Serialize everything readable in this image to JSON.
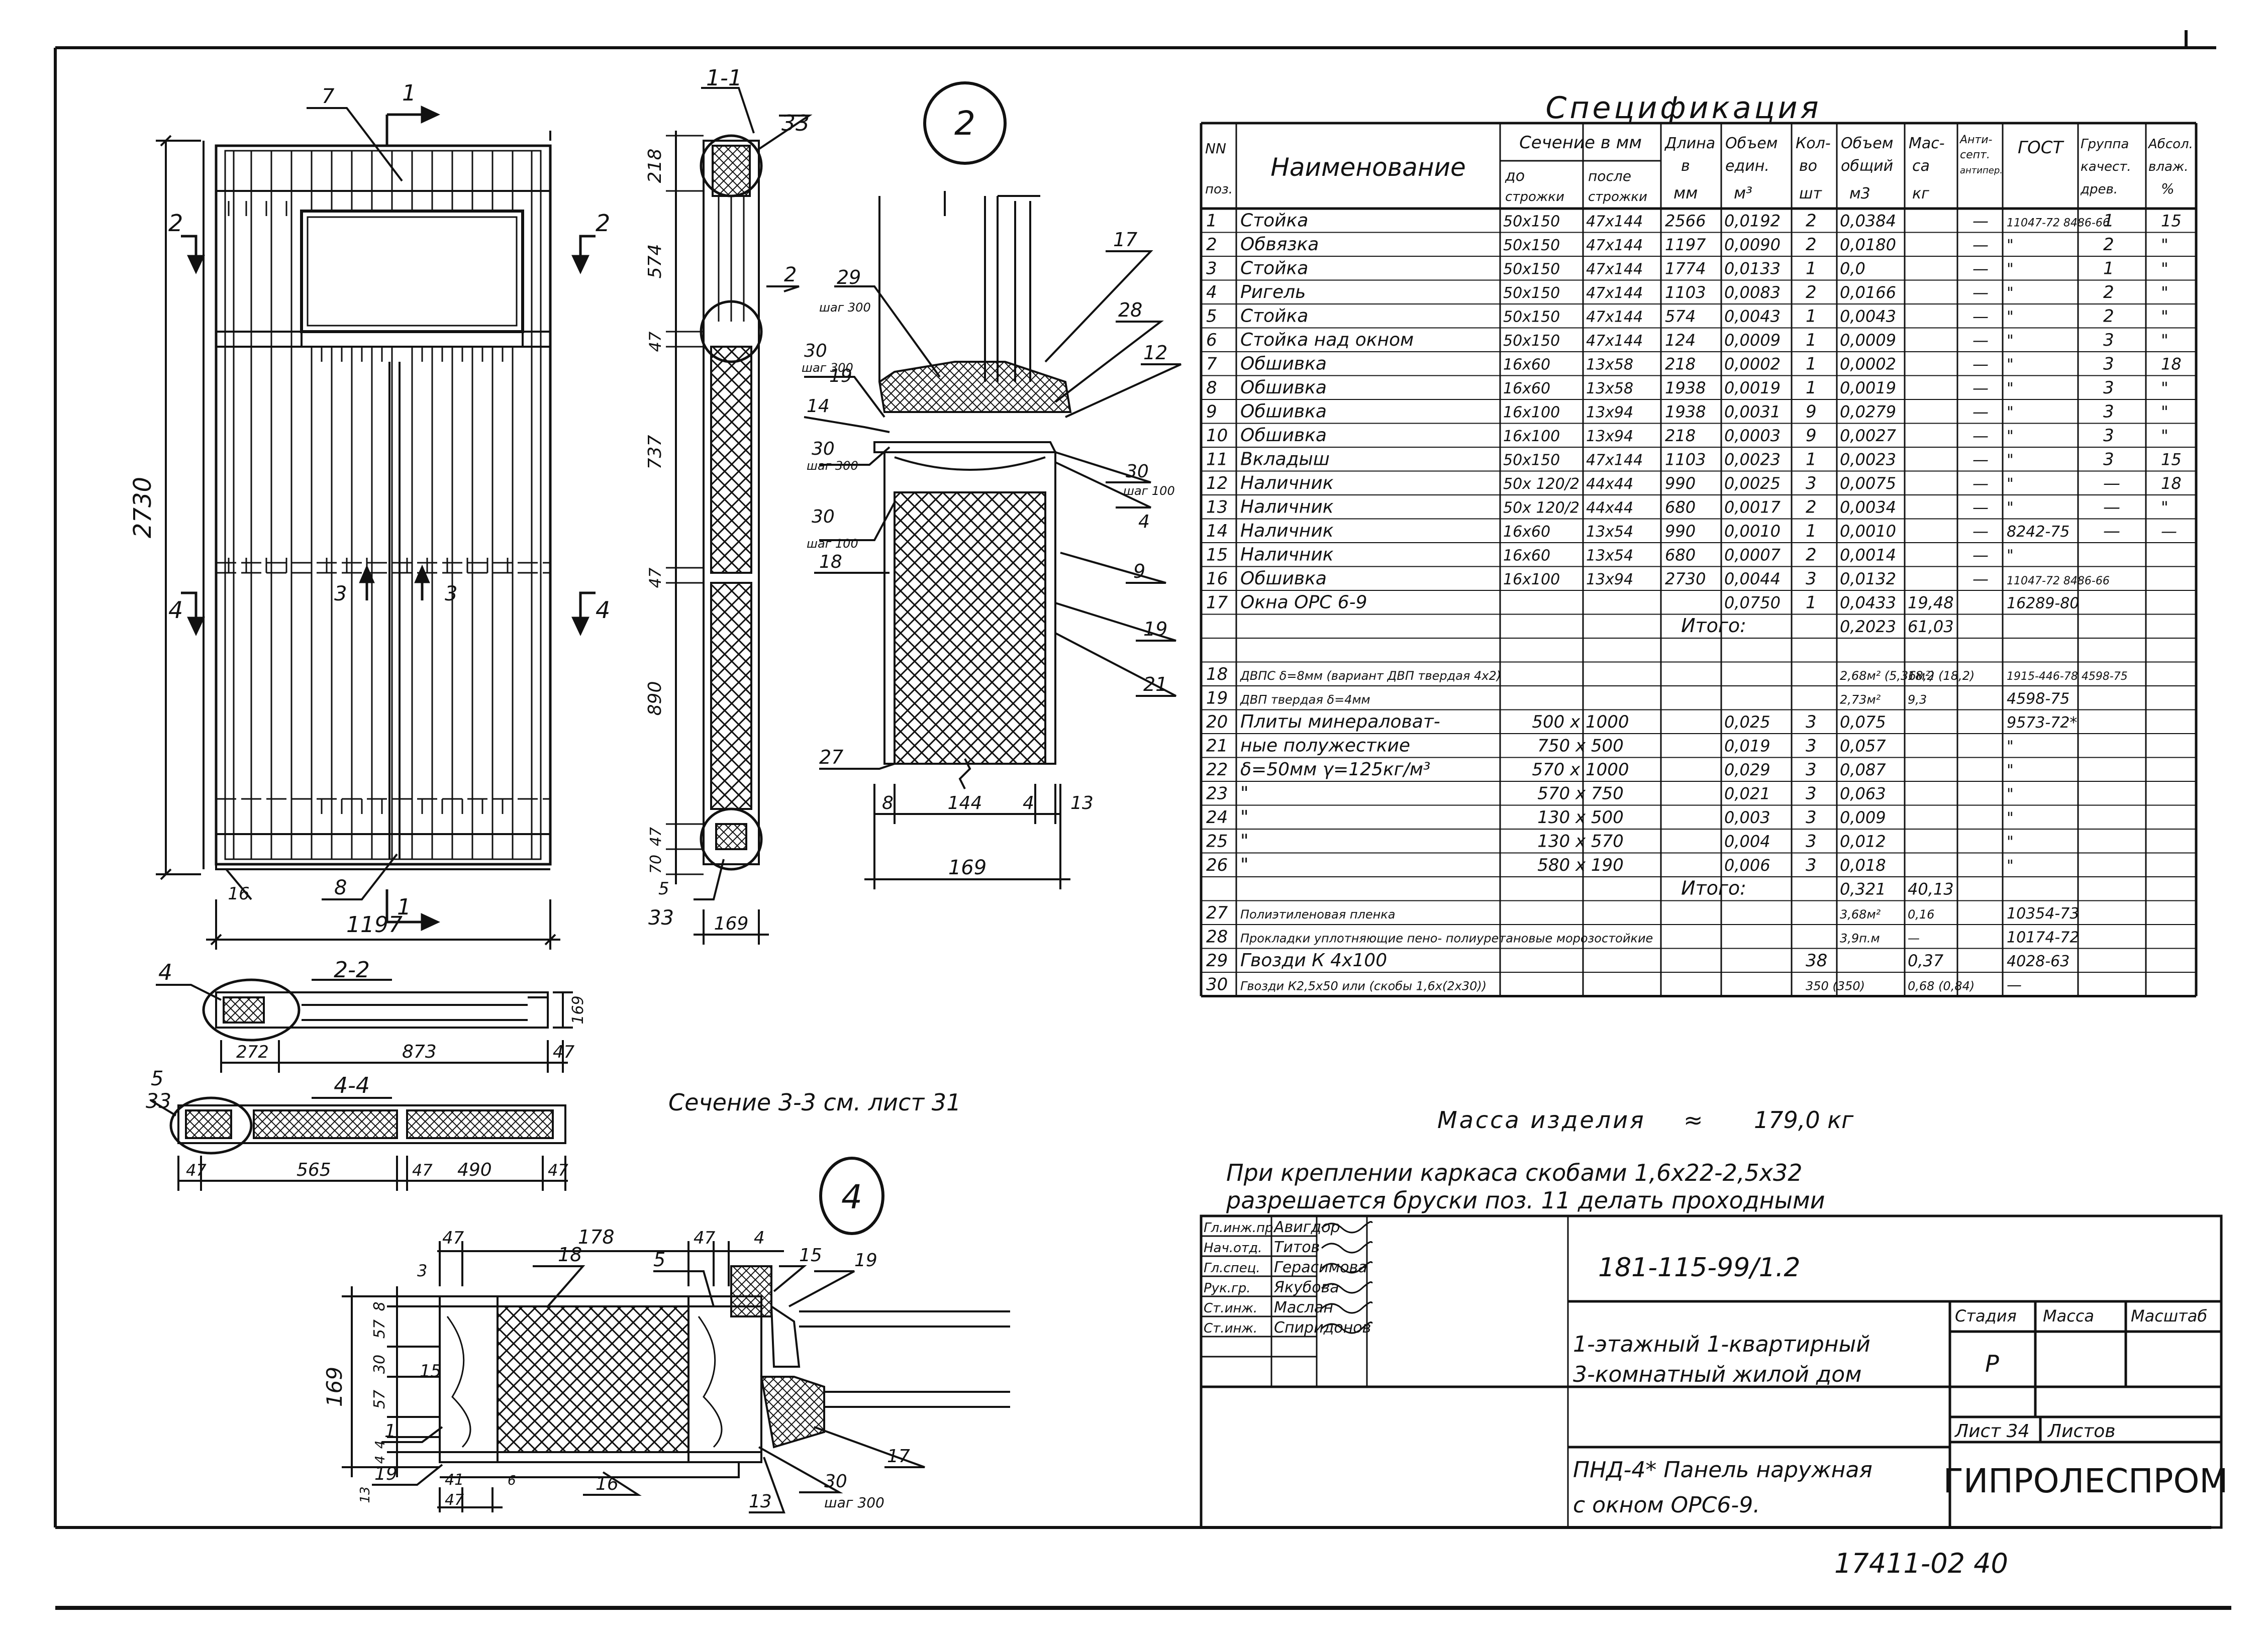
{
  "spec": {
    "title": "Спецификация",
    "headers": {
      "nn": "NN поз.",
      "name": "Наименование",
      "section": "Сечение в мм",
      "section_before": "до строжки",
      "section_after": "после строжки",
      "length": "Длина в мм",
      "volume_unit": "Объем един. м3",
      "qty": "Кол-во шт",
      "volume_total": "Объем общий м3",
      "mass": "Масса кг",
      "antiseptic": "Антисепт. антипер.",
      "gost": "ГОСТ",
      "wood_group": "Группа качест. древ.",
      "moisture": "Абсол. влаж. %"
    },
    "rows": [
      {
        "n": "1",
        "name": "Стойка",
        "before": "50х150",
        "after": "47х144",
        "len": "2566",
        "vu": "0,0192",
        "qty": "2",
        "vt": "0,0384",
        "mass": "",
        "ant": "—",
        "gost": "11047-72 8486-66",
        "grp": "1",
        "hum": "15"
      },
      {
        "n": "2",
        "name": "Обвязка",
        "before": "50х150",
        "after": "47х144",
        "len": "1197",
        "vu": "0,0090",
        "qty": "2",
        "vt": "0,0180",
        "mass": "",
        "ant": "—",
        "gost": "\"",
        "grp": "2",
        "hum": "\""
      },
      {
        "n": "3",
        "name": "Стойка",
        "before": "50х150",
        "after": "47х144",
        "len": "1774",
        "vu": "0,0133",
        "qty": "1",
        "vt": "0,0",
        "mass": "",
        "ant": "—",
        "gost": "\"",
        "grp": "1",
        "hum": "\""
      },
      {
        "n": "4",
        "name": "Ригель",
        "before": "50х150",
        "after": "47х144",
        "len": "1103",
        "vu": "0,0083",
        "qty": "2",
        "vt": "0,0166",
        "mass": "",
        "ant": "—",
        "gost": "\"",
        "grp": "2",
        "hum": "\""
      },
      {
        "n": "5",
        "name": "Стойка",
        "before": "50х150",
        "after": "47х144",
        "len": "574",
        "vu": "0,0043",
        "qty": "1",
        "vt": "0,0043",
        "mass": "",
        "ant": "—",
        "gost": "\"",
        "grp": "2",
        "hum": "\""
      },
      {
        "n": "6",
        "name": "Стойка над окном",
        "before": "50х150",
        "after": "47х144",
        "len": "124",
        "vu": "0,0009",
        "qty": "1",
        "vt": "0,0009",
        "mass": "",
        "ant": "—",
        "gost": "\"",
        "grp": "3",
        "hum": "\""
      },
      {
        "n": "7",
        "name": "Обшивка",
        "before": "16х60",
        "after": "13х58",
        "len": "218",
        "vu": "0,0002",
        "qty": "1",
        "vt": "0,0002",
        "mass": "",
        "ant": "—",
        "gost": "\"",
        "grp": "3",
        "hum": "18"
      },
      {
        "n": "8",
        "name": "Обшивка",
        "before": "16х60",
        "after": "13х58",
        "len": "1938",
        "vu": "0,0019",
        "qty": "1",
        "vt": "0,0019",
        "mass": "",
        "ant": "—",
        "gost": "\"",
        "grp": "3",
        "hum": "\""
      },
      {
        "n": "9",
        "name": "Обшивка",
        "before": "16х100",
        "after": "13х94",
        "len": "1938",
        "vu": "0,0031",
        "qty": "9",
        "vt": "0,0279",
        "mass": "",
        "ant": "—",
        "gost": "\"",
        "grp": "3",
        "hum": "\""
      },
      {
        "n": "10",
        "name": "Обшивка",
        "before": "16х100",
        "after": "13х94",
        "len": "218",
        "vu": "0,0003",
        "qty": "9",
        "vt": "0,0027",
        "mass": "",
        "ant": "—",
        "gost": "\"",
        "grp": "3",
        "hum": "\""
      },
      {
        "n": "11",
        "name": "Вкладыш",
        "before": "50х150",
        "after": "47х144",
        "len": "1103",
        "vu": "0,0023",
        "qty": "1",
        "vt": "0,0023",
        "mass": "",
        "ant": "—",
        "gost": "\"",
        "grp": "3",
        "hum": "15"
      },
      {
        "n": "12",
        "name": "Наличник",
        "before": "50х 120/2",
        "after": "44х44",
        "len": "990",
        "vu": "0,0025",
        "qty": "3",
        "vt": "0,0075",
        "mass": "",
        "ant": "—",
        "gost": "\"",
        "grp": "—",
        "hum": "18"
      },
      {
        "n": "13",
        "name": "Наличник",
        "before": "50х 120/2",
        "after": "44х44",
        "len": "680",
        "vu": "0,0017",
        "qty": "2",
        "vt": "0,0034",
        "mass": "",
        "ant": "—",
        "gost": "\"",
        "grp": "—",
        "hum": "\""
      },
      {
        "n": "14",
        "name": "Наличник",
        "before": "16х60",
        "after": "13х54",
        "len": "990",
        "vu": "0,0010",
        "qty": "1",
        "vt": "0,0010",
        "mass": "",
        "ant": "—",
        "gost": "8242-75",
        "grp": "—",
        "hum": "—"
      },
      {
        "n": "15",
        "name": "Наличник",
        "before": "16х60",
        "after": "13х54",
        "len": "680",
        "vu": "0,0007",
        "qty": "2",
        "vt": "0,0014",
        "mass": "",
        "ant": "—",
        "gost": "\"",
        "grp": "",
        "hum": ""
      },
      {
        "n": "16",
        "name": "Обшивка",
        "before": "16х100",
        "after": "13х94",
        "len": "2730",
        "vu": "0,0044",
        "qty": "3",
        "vt": "0,0132",
        "mass": "",
        "ant": "—",
        "gost": "11047-72 8486-66",
        "grp": "",
        "hum": ""
      },
      {
        "n": "17",
        "name": "Окна ОРС 6-9",
        "before": "",
        "after": "",
        "len": "",
        "vu": "0,0750",
        "qty": "1",
        "vt": "0,0433",
        "mass": "19,48",
        "ant": "",
        "gost": "16289-80",
        "grp": "",
        "hum": ""
      },
      {
        "n": "",
        "name": "Итого:",
        "before": "",
        "after": "",
        "len": "",
        "vu": "",
        "qty": "",
        "vt": "0,2023",
        "mass": "61,03",
        "ant": "",
        "gost": "",
        "grp": "",
        "hum": "",
        "total": true
      },
      {
        "n": "",
        "name": "",
        "before": "",
        "after": "",
        "len": "",
        "vu": "",
        "qty": "",
        "vt": "",
        "mass": "",
        "ant": "",
        "gost": "",
        "grp": "",
        "hum": "",
        "blank": true
      },
      {
        "n": "18",
        "name": "ДВПС δ=8мм (вариант ДВП твердая 4х2)",
        "before": "",
        "after": "",
        "len": "",
        "vu": "",
        "qty": "",
        "vt": "2,68м² (5,36м²)",
        "mass": "18,2 (18,2)",
        "ant": "",
        "gost": "1915-446-78 4598-75",
        "grp": "",
        "hum": "",
        "small": true
      },
      {
        "n": "19",
        "name": "ДВП твердая δ=4мм",
        "before": "",
        "after": "",
        "len": "",
        "vu": "",
        "qty": "",
        "vt": "2,73м²",
        "mass": "9,3",
        "ant": "",
        "gost": "4598-75",
        "grp": "",
        "hum": "",
        "small": true
      },
      {
        "n": "20",
        "name": "Плиты минераловат-",
        "size": "500 х 1000",
        "vu": "0,025",
        "qty": "3",
        "vt": "0,075",
        "mass": "",
        "ant": "",
        "gost": "9573-72*",
        "grp": "",
        "hum": ""
      },
      {
        "n": "21",
        "name": "ные полужесткие",
        "size": "750 х 500",
        "vu": "0,019",
        "qty": "3",
        "vt": "0,057",
        "mass": "",
        "ant": "",
        "gost": "\"",
        "grp": "",
        "hum": ""
      },
      {
        "n": "22",
        "name": "δ=50мм γ=125кг/м³",
        "size": "570 х 1000",
        "vu": "0,029",
        "qty": "3",
        "vt": "0,087",
        "mass": "",
        "ant": "",
        "gost": "\"",
        "grp": "",
        "hum": ""
      },
      {
        "n": "23",
        "name": "\"",
        "size": "570 х 750",
        "vu": "0,021",
        "qty": "3",
        "vt": "0,063",
        "mass": "",
        "ant": "",
        "gost": "\"",
        "grp": "",
        "hum": ""
      },
      {
        "n": "24",
        "name": "\"",
        "size": "130 х 500",
        "vu": "0,003",
        "qty": "3",
        "vt": "0,009",
        "mass": "",
        "ant": "",
        "gost": "\"",
        "grp": "",
        "hum": ""
      },
      {
        "n": "25",
        "name": "\"",
        "size": "130 х 570",
        "vu": "0,004",
        "qty": "3",
        "vt": "0,012",
        "mass": "",
        "ant": "",
        "gost": "\"",
        "grp": "",
        "hum": ""
      },
      {
        "n": "26",
        "name": "\"",
        "size": "580 х 190",
        "vu": "0,006",
        "qty": "3",
        "vt": "0,018",
        "mass": "",
        "ant": "",
        "gost": "\"",
        "grp": "",
        "hum": ""
      },
      {
        "n": "",
        "name": "Итого:",
        "before": "",
        "after": "",
        "len": "",
        "vu": "",
        "qty": "",
        "vt": "0,321",
        "mass": "40,13",
        "ant": "",
        "gost": "",
        "grp": "",
        "hum": "",
        "total": true
      },
      {
        "n": "27",
        "name": "Полиэтиленовая пленка",
        "before": "",
        "after": "",
        "len": "",
        "vu": "",
        "qty": "",
        "vt": "3,68м²",
        "mass": "0,16",
        "ant": "",
        "gost": "10354-73",
        "grp": "",
        "hum": "",
        "small": true
      },
      {
        "n": "28",
        "name": "Прокладки уплотняющие пено- полиуретановые морозостойкие",
        "before": "",
        "after": "",
        "len": "",
        "vu": "",
        "qty": "",
        "vt": "3,9п.м",
        "mass": "—",
        "ant": "",
        "gost": "10174-72",
        "grp": "",
        "hum": "",
        "small": true
      },
      {
        "n": "29",
        "name": "Гвозди К 4х100",
        "before": "",
        "after": "",
        "len": "",
        "vu": "",
        "qty": "38",
        "vt": "",
        "mass": "0,37",
        "ant": "",
        "gost": "4028-63",
        "grp": "",
        "hum": ""
      },
      {
        "n": "30",
        "name": "Гвозди К2,5х50 или (скобы 1,6х(2х30))",
        "before": "",
        "after": "",
        "len": "",
        "vu": "",
        "qty": "350 (350)",
        "vt": "",
        "mass": "0,68 (0,84)",
        "ant": "",
        "gost": "—",
        "grp": "",
        "hum": "",
        "small": true
      }
    ],
    "mass_label": "Масса изделия",
    "mass_approx": "≈",
    "mass_value": "179,0 кг"
  },
  "note": {
    "line1": "При креплении каркаса скобами 1,6х22-2,5х32",
    "line2": "разрешается бруски поз. 11 делать проходными"
  },
  "section_note": "Сечение 3-3 см. лист 31",
  "title_block": {
    "people": [
      {
        "role": "Гл.инж.пр.",
        "name": "Авигдор"
      },
      {
        "role": "Нач.отд.",
        "name": "Титов"
      },
      {
        "role": "Гл.спец.",
        "name": "Герасимова"
      },
      {
        "role": "Рук.гр.",
        "name": "Якубова"
      },
      {
        "role": "Ст.инж.",
        "name": "Маслан"
      },
      {
        "role": "Ст.инж.",
        "name": "Спиридонов"
      }
    ],
    "code": "181-115-99/1.2",
    "project_line1": "1-этажный 1-квартирный",
    "project_line2": "3-комнатный жилой дом",
    "stage_label": "Стадия",
    "mass_label": "Масса",
    "scale_label": "Масштаб",
    "stage_value": "Р",
    "sheet_label": "Лист 34",
    "sheets_label": "Листов",
    "panel_line1": "ПНД-4* Панель наружная",
    "panel_line2": "с окном ОРС6-9.",
    "org": "ГИПРОЛЕСПРОМ",
    "stamp": "17411-02 40"
  },
  "views": {
    "front": {
      "dims": {
        "height": "2730",
        "width": "1197",
        "d16": "16"
      },
      "labels": {
        "p7": "7",
        "p8": "8",
        "cut1_top": "1",
        "cut1_bottom": "1",
        "cut2_l": "2",
        "cut2_r": "2",
        "cut4_l": "4",
        "cut4_r": "4",
        "cut3_l": "3",
        "cut3_r": "3"
      }
    },
    "section11": {
      "title": "1-1",
      "ref": "33",
      "ref_bottom": "33",
      "ref_num_bottom": "5",
      "dims": [
        "218",
        "574",
        "47",
        "737",
        "47",
        "890",
        "47",
        "70"
      ],
      "width": "169",
      "callout2": "2",
      "callout_label": "2"
    },
    "section22": {
      "title": "2-2",
      "pos": "4",
      "dims": {
        "a": "272",
        "b": "873",
        "c": "47",
        "h": "169"
      }
    },
    "section44": {
      "title": "4-4",
      "ref_num": "5",
      "ref": "33",
      "dims": {
        "a": "47",
        "b": "565",
        "c": "47",
        "d": "490",
        "e": "47"
      }
    },
    "detail2": {
      "num": "2",
      "labels": [
        "29",
        "17",
        "28",
        "12",
        "30",
        "19",
        "14",
        "30",
        "30",
        "18",
        "9",
        "19",
        "21",
        "27",
        "4"
      ],
      "pitch": [
        "шаг 300",
        "шаг 300",
        "шаг 300",
        "шаг 100",
        "шаг 100"
      ],
      "dims": {
        "a": "8",
        "b": "144",
        "c": "4",
        "d": "13",
        "total": "169"
      }
    },
    "detail4": {
      "num": "4",
      "top_dims": [
        "47",
        "178",
        "47",
        "4"
      ],
      "labels": [
        "3",
        "18",
        "5",
        "15",
        "19",
        "15",
        "1",
        "19",
        "16",
        "13",
        "17",
        "30"
      ],
      "pitch": "шаг 300",
      "left_dims": [
        "8",
        "57",
        "30",
        "57",
        "4",
        "4",
        "13"
      ],
      "height": "169",
      "bottom_dims": [
        "41",
        "47",
        "6"
      ]
    }
  }
}
